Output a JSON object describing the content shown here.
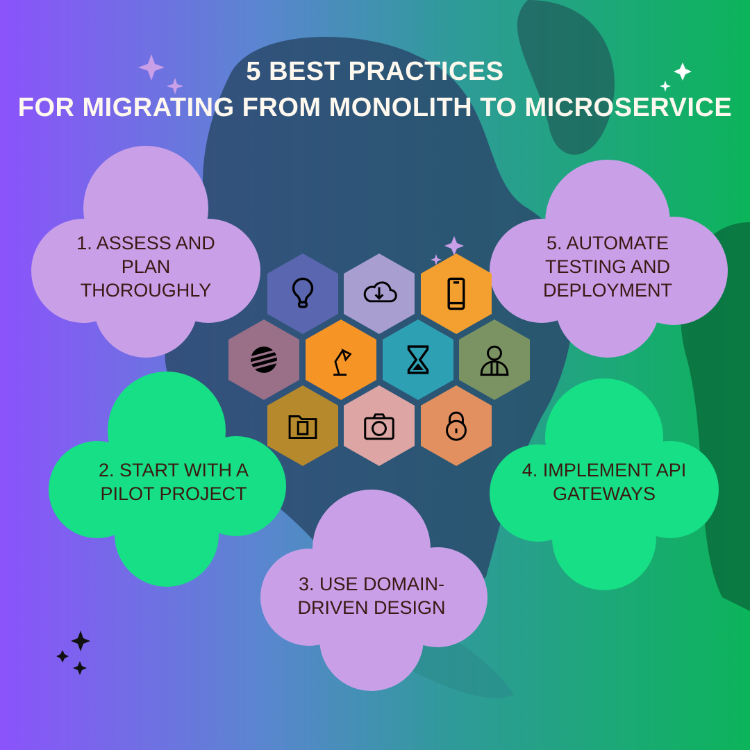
{
  "title": {
    "line1": "5 BEST PRACTICES",
    "line2": "FOR MIGRATING FROM MONOLITH TO MICROSERVICE"
  },
  "steps": [
    {
      "label": "1. Assess and plan thoroughly"
    },
    {
      "label": "2. Start with a pilot project"
    },
    {
      "label": "3. Use domain-driven design"
    },
    {
      "label": "4. Implement API gateways"
    },
    {
      "label": "5. Automate testing and deployment"
    }
  ],
  "hexagons": [
    {
      "icon": "lightbulb-icon",
      "color": "#5a67b0"
    },
    {
      "icon": "cloud-download-icon",
      "color": "#a89ed0"
    },
    {
      "icon": "smartphone-icon",
      "color": "#f4a030"
    },
    {
      "icon": "globe-icon",
      "color": "#9a7088"
    },
    {
      "icon": "desk-lamp-icon",
      "color": "#f69526"
    },
    {
      "icon": "hourglass-icon",
      "color": "#2ea0b4"
    },
    {
      "icon": "user-icon",
      "color": "#7b9362"
    },
    {
      "icon": "folder-document-icon",
      "color": "#b68a2c"
    },
    {
      "icon": "camera-icon",
      "color": "#dea5a5"
    },
    {
      "icon": "padlock-icon",
      "color": "#e39060"
    }
  ],
  "colors": {
    "lavender": "#c9a0e8",
    "green": "#16df86",
    "text": "#3b1812"
  }
}
